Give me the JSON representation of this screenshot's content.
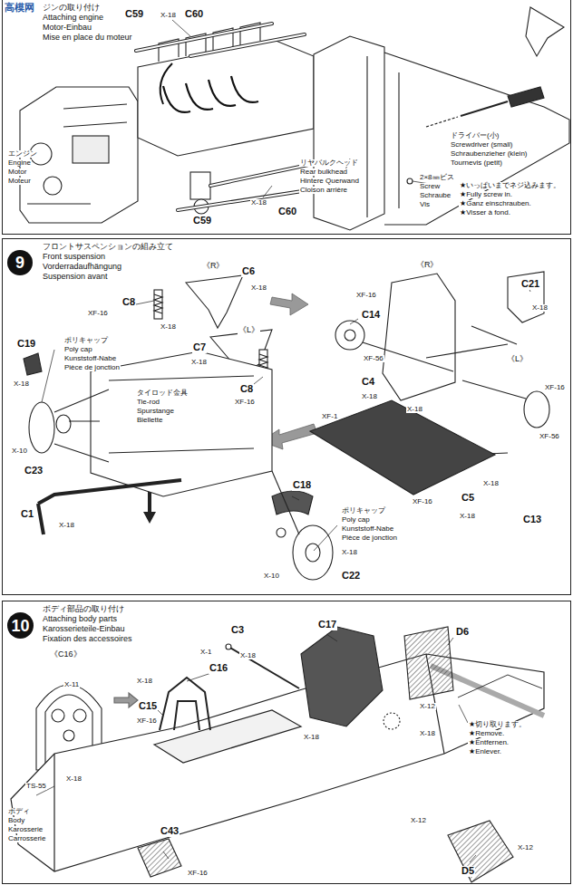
{
  "diagram": {
    "nodes": [
      {
        "text": [
          "ジンの取り付け",
          "Attaching engine",
          "Motor-Einbau",
          "Mise en place du moteur"
        ]
      },
      {
        "text": [
          "フロントサスペンションの組み立て",
          "Front suspension",
          "Vorderradaufhängung",
          "Suspension avant"
        ]
      },
      {
        "text": [
          "9"
        ],
        "in": 1
      },
      {
        "text": [
          "ボディ部品の取り付け",
          "Attaching body parts",
          "Karosserieteile-Einbau",
          "Fixation des accessoires"
        ]
      },
      {
        "text": [
          "10"
        ],
        "in": 3
      }
    ],
    "labels": [
      "高模网",
      "C59",
      "X-18",
      "C60",
      "エンジン",
      "Engine",
      "Motor",
      "Moteur",
      "ドライバー(小)",
      "Screwdriver (small)",
      "Schraubenzieher (klein)",
      "Tournevis (petit)",
      "2×8㎜ビス",
      "Screw",
      "Schraube",
      "Vis",
      "リヤバルクヘッド",
      "Rear bulkhead",
      "Hintere Querwand",
      "Cloison arrière",
      "★いっぱいまでネジ込みます。",
      "★Fully screw in.",
      "★Ganz einschrauben.",
      "★Visser à fond.",
      "X-18",
      "C60",
      "C59",
      "《R》",
      "C6",
      "X-18",
      "C8",
      "XF-16",
      "X-18",
      "C7",
      "《L》",
      "X-18",
      "C8",
      "XF-16",
      "《R》",
      "XF-16",
      "C14",
      "XF-56",
      "C4",
      "X-18",
      "X-18",
      "C21",
      "X-18",
      "《L》",
      "XF-16",
      "XF-1",
      "XF-16",
      "C5",
      "X-18",
      "XF-56",
      "X-18",
      "C13",
      "C19",
      "ポリキャップ",
      "Poly cap",
      "Kunststoff-Nabe",
      "Pièce de jonction",
      "X-18",
      "X-10",
      "C23",
      "タイロッド金具",
      "Tie-rod",
      "Spurstange",
      "Biellette",
      "C1",
      "X-18",
      "C18",
      "ポリキャップ",
      "Poly cap",
      "Kunststoff-Nabe",
      "Pièce de jonction",
      "X-18",
      "X-10",
      "C22",
      "《C16》",
      "X-11",
      "X-18",
      "C3",
      "X-1",
      "X-18",
      "C17",
      "D6",
      "X-12",
      "C16",
      "X-18",
      "C15",
      "XF-16",
      "X-18",
      "X-18",
      "★切り取ります。",
      "★Remove.",
      "★Entfernen.",
      "★Enlever.",
      "TS-55",
      "ボディ",
      "Body",
      "Karosserie",
      "Carrosserie",
      "X-12",
      "X-12",
      "D5",
      "C43",
      "XF-16"
    ]
  }
}
